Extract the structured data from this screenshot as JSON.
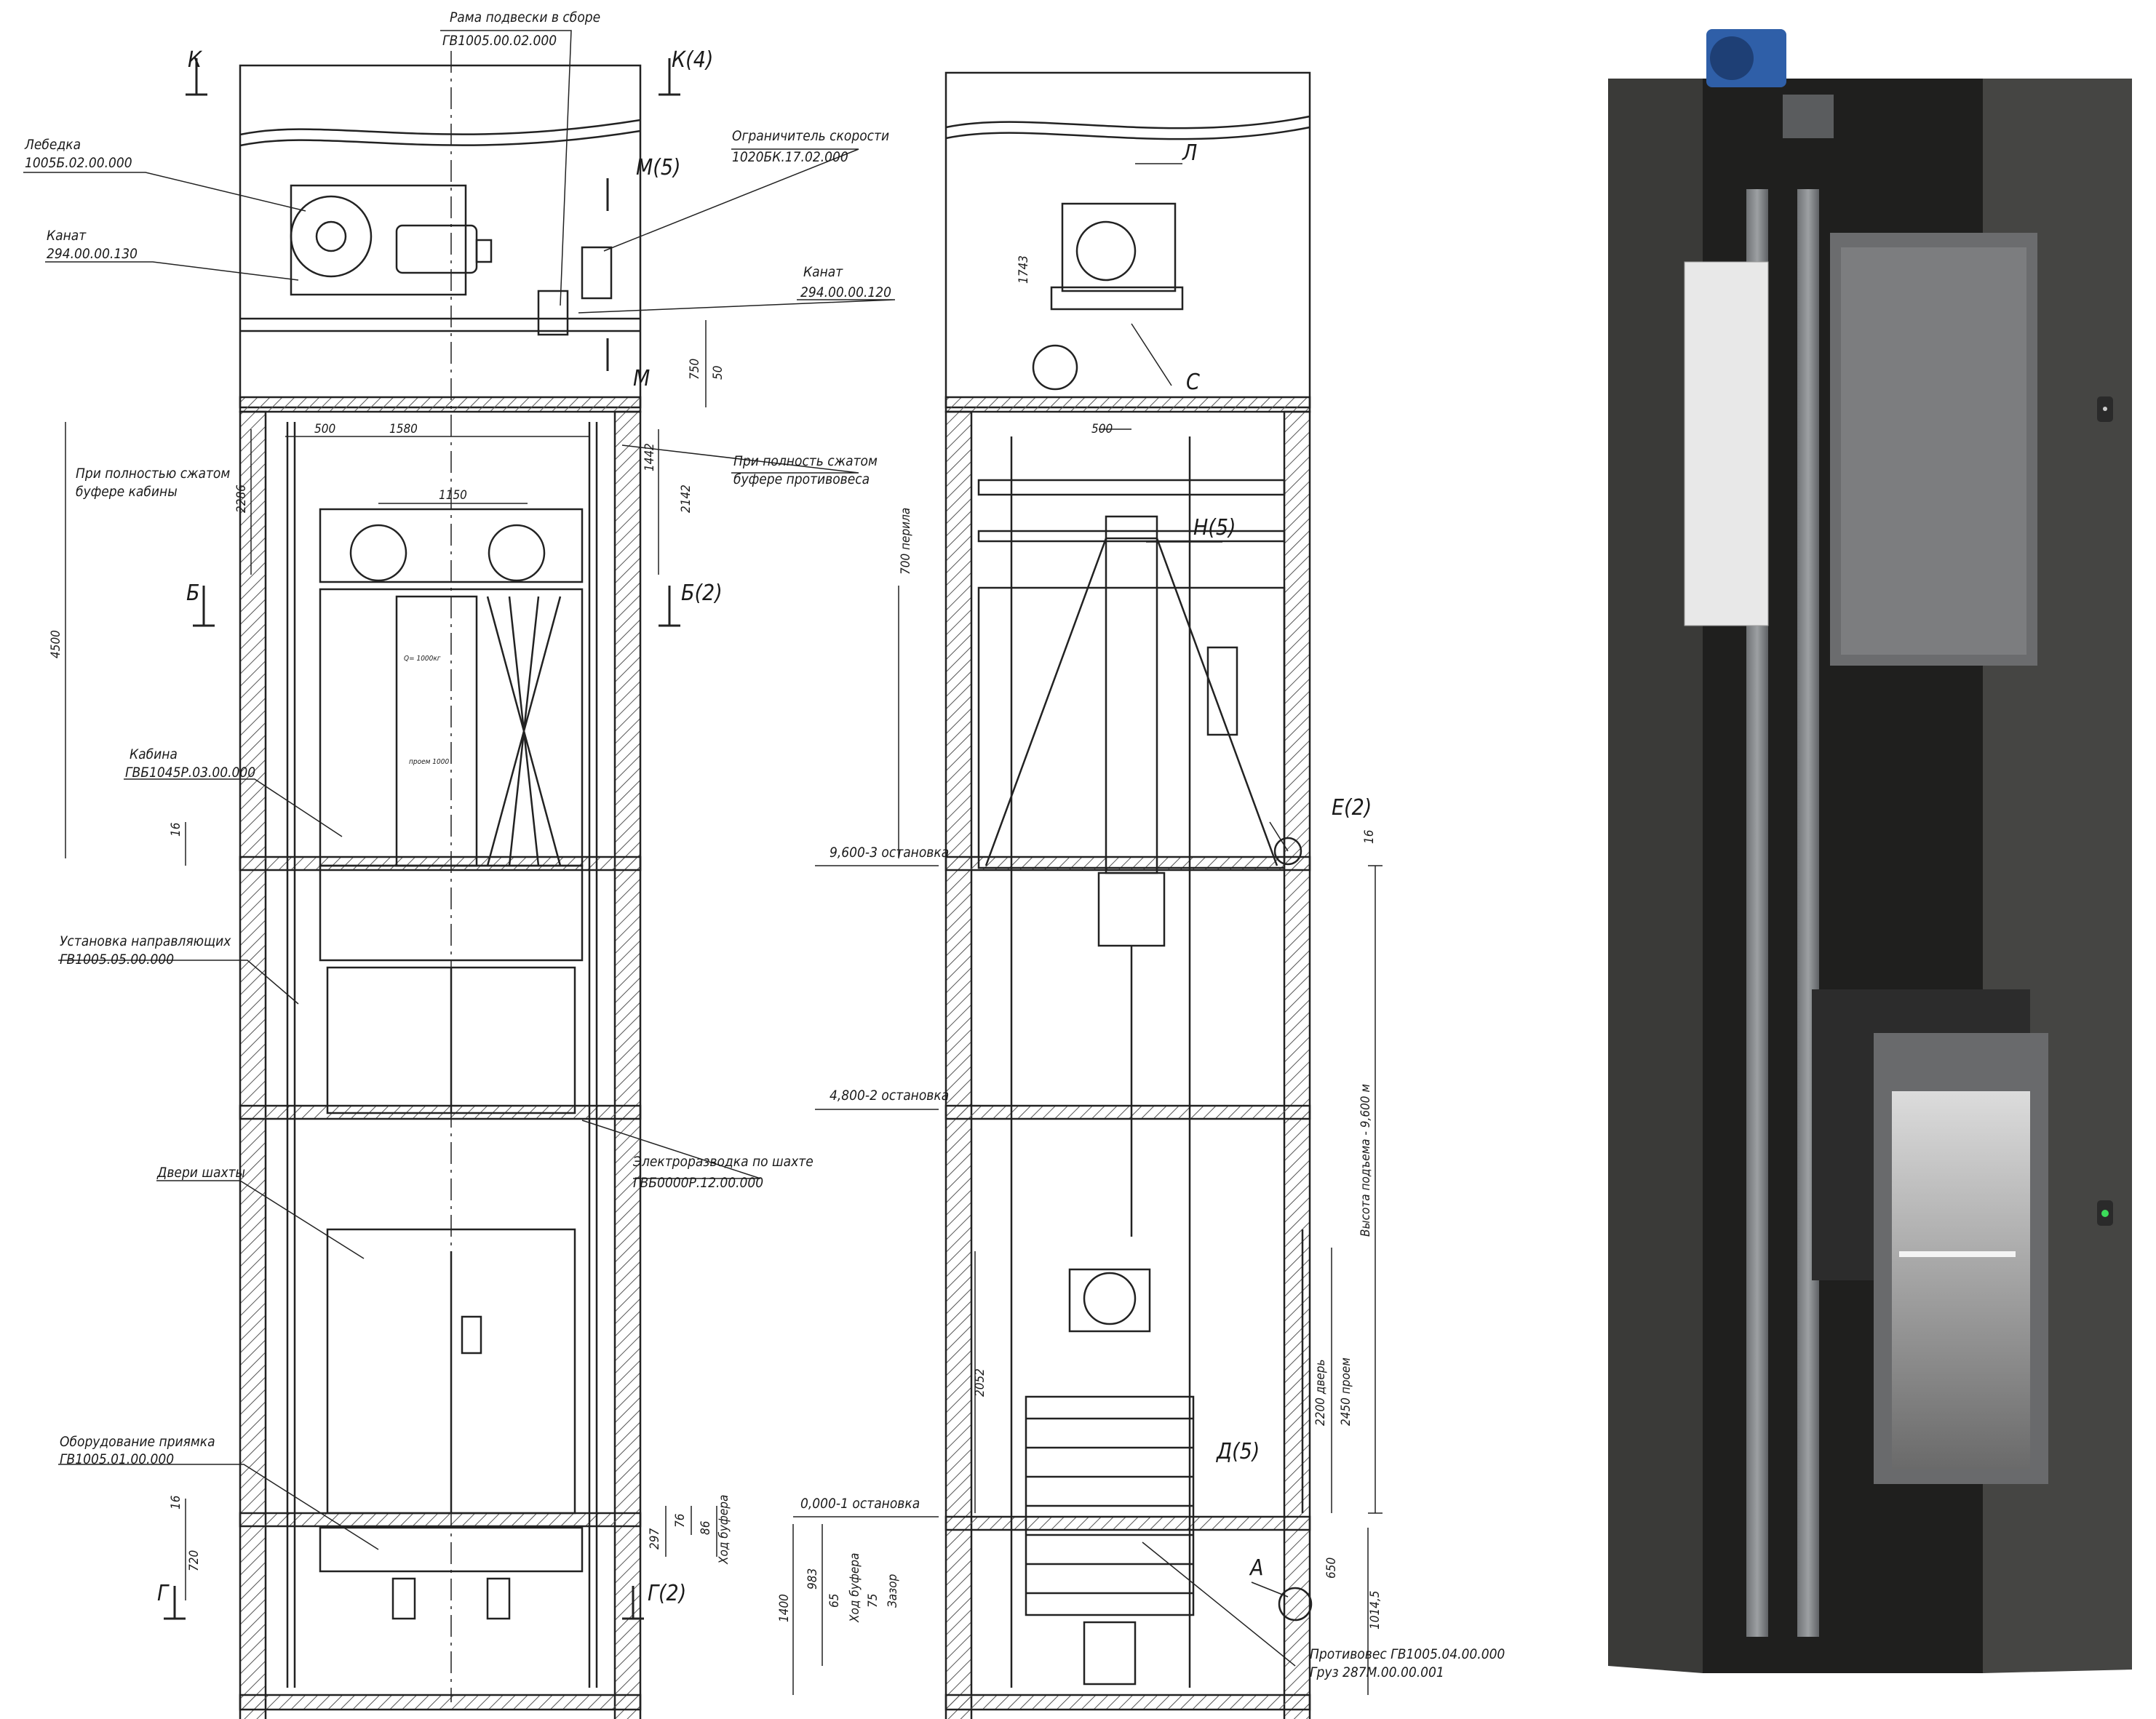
{
  "front_view": {
    "sections": {
      "k": "К",
      "k4": "К(4)",
      "m5": "М(5)",
      "m": "М",
      "b": "Б",
      "b2": "Б(2)",
      "g": "Г",
      "g2": "Г(2)"
    },
    "callouts": {
      "suspension": {
        "name": "Рама подвески в сборе",
        "code": "ГВ1005.00.02.000"
      },
      "winch": {
        "name": "Лебедка",
        "code": "1005Б.02.00.000"
      },
      "rope1": {
        "name": "Канат",
        "code": "294.00.00.130"
      },
      "limiter": {
        "name": "Ограничитель скорости",
        "code": "1020БК.17.02.000"
      },
      "rope2": {
        "name": "Канат",
        "code": "294.00.00.120"
      },
      "cab_buffer": {
        "line1": "При полностью сжатом",
        "line2": "буфере кабины"
      },
      "cw_buffer": {
        "line1": "При полность сжатом",
        "line2": "буфере противовеса"
      },
      "cabin": {
        "name": "Кабина",
        "code": "ГВБ1045Р.03.00.000"
      },
      "guides": {
        "name": "Установка направляющих",
        "code": "ГВ1005.05.00.000"
      },
      "wiring": {
        "name": "Электроразводка по шахте",
        "code": "ГВБ0000Р.12.00.000"
      },
      "doors": {
        "name": "Двери шахты"
      },
      "pit": {
        "name": "Оборудование приямка",
        "code": "ГВ1005.01.00.000"
      }
    },
    "dims": {
      "d500": "500",
      "d1580": "1580",
      "d750": "750",
      "d50": "50",
      "d2286": "2286",
      "d1442": "1442",
      "d2142": "2142",
      "d1150": "1150",
      "d4500": "4500",
      "d16a": "16",
      "d16b": "16",
      "d720": "720",
      "d297": "297",
      "d76": "76",
      "d86": "86",
      "buffer_travel": "Ход буфера"
    },
    "cab_plate": "Q= 1000кг",
    "cab_small": "проем 1000"
  },
  "side_view": {
    "callouts": {
      "l": "Л",
      "c": "С",
      "n5": "Н(5)",
      "e2": "Е(2)",
      "d5": "Д(5)",
      "a": "А",
      "counterweight": {
        "name": "Противовес ГВ1005.04.00.000",
        "load": "Груз 287М.00.00.001"
      }
    },
    "levels": {
      "l3": "9,600-3 остановка",
      "l2": "4,800-2 остановка",
      "l1": "0,000-1 остановка"
    },
    "dims": {
      "d1743": "1743",
      "d500": "500",
      "railing": "700 перила",
      "d16": "16",
      "travel": "Высота подъема - 9,600 м",
      "d2052": "2052",
      "door": "2200 дверь",
      "opening": "2450 проем",
      "d650": "650",
      "d10145": "1014,5",
      "d1400": "1400",
      "d983": "983",
      "d65": "65",
      "d75": "75",
      "buffer_travel": "Ход буфера",
      "gap": "Зазор"
    }
  },
  "colors": {
    "line": "#222222",
    "hatch": "#555555",
    "shaft_dark": "#3a3a38",
    "shaft_darker": "#252524",
    "motor_blue": "#2f5fa8",
    "steel": "#8a8d90",
    "indicator": "#3cdc5a"
  }
}
